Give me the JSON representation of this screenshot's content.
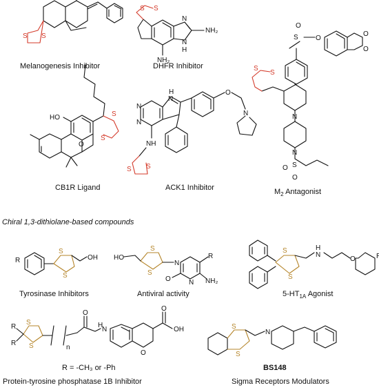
{
  "colors": {
    "bond": "#111111",
    "sulfur_ring": "#d43a2a",
    "sulfur_chiral": "#b5852a"
  },
  "section_title": "Chiral 1,3-dithiolane-based compounds",
  "labels": {
    "melanogenesis": "Melanogenesis Inhibitor",
    "dhfr": "DHFR Inhibitor",
    "m2_pre": "M",
    "m2_sub": "2",
    "m2_post": " Antagonist",
    "cb1r": "CB1R Ligand",
    "ack1": "ACK1 Inhibitor",
    "tyrosinase": "Tyrosinase Inhibitors",
    "antiviral": "Antiviral activity",
    "ht_pre": "5-HT",
    "ht_sub": "1A",
    "ht_post": " Agonist",
    "r_def": "R = -CH₃ or -Ph",
    "ptp1b": "Protein-tyrosine phosphatase 1B Inhibitor",
    "bs148": "BS148",
    "sigma": "Sigma Receptors Modulators"
  },
  "atoms": {
    "S": "S",
    "O": "O",
    "N": "N",
    "H": "H",
    "HO": "HO",
    "OH": "OH",
    "NH": "NH",
    "NH2": "NH₂",
    "R": "R",
    "n": "n"
  }
}
